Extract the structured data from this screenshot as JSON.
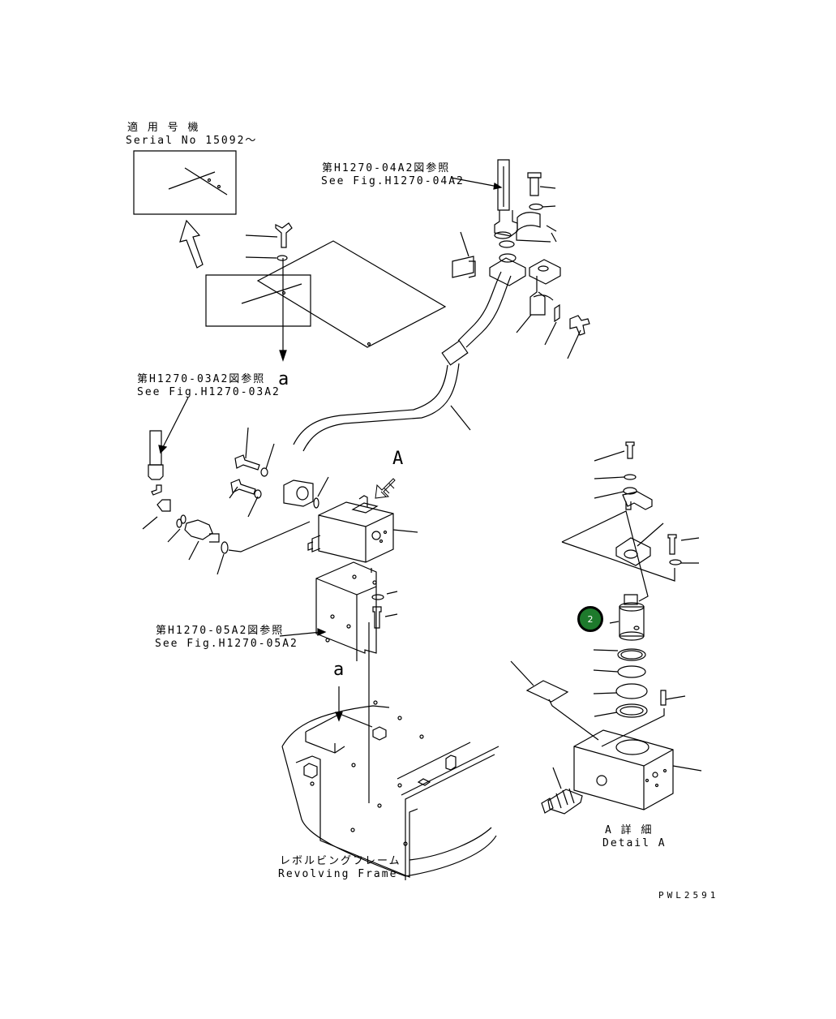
{
  "labels": {
    "serial_jp": "適 用 号 機",
    "serial_en": "Serial No 15092～",
    "ref_04_jp": "第H1270-04A2図参照",
    "ref_04_en": "See Fig.H1270-04A2",
    "ref_03_jp": "第H1270-03A2図参照",
    "ref_03_en": "See Fig.H1270-03A2",
    "ref_05_jp": "第H1270-05A2図参照",
    "ref_05_en": "See Fig.H1270-05A2",
    "view_a_upper": "A",
    "arrow_a_1": "a",
    "arrow_a_2": "a",
    "frame_jp": "レボルビングフレーム",
    "frame_en": "Revolving Frame",
    "detail_jp": "A 詳 細",
    "detail_en": "Detail A",
    "drawing_no": "PWL2591"
  },
  "callouts": [
    {
      "number": "2",
      "color": "#1e7a2c"
    }
  ]
}
